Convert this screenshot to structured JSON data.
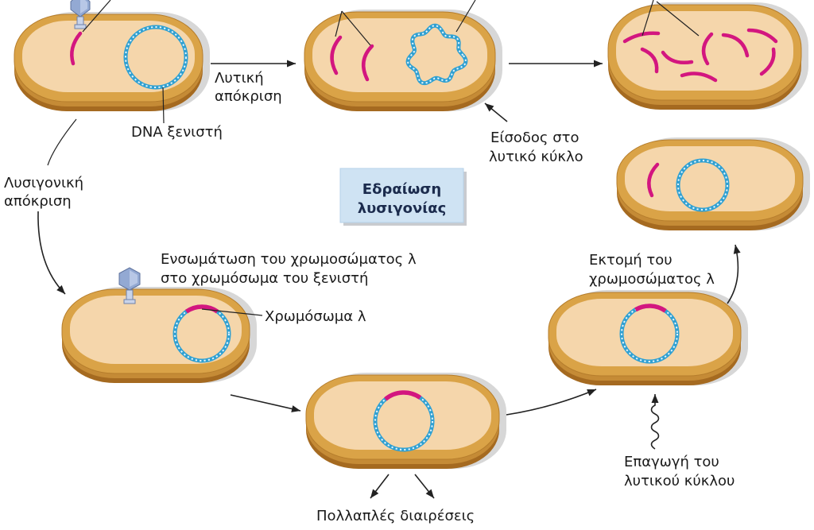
{
  "labels": {
    "lytic_response": [
      "Λυτική",
      "απόκριση"
    ],
    "host_dna": "DNA ξενιστή",
    "enter_lytic_cycle": [
      "Είσοδος στο",
      "λυτικό κύκλο"
    ],
    "lysogenic_response": [
      "Λυσιγονική",
      "απόκριση"
    ],
    "lysogeny_box": [
      "Εδραίωση",
      "λυσιγονίας"
    ],
    "integration": [
      "Ενσωμάτωση του χρωμοσώματος λ",
      "στο χρωμόσωμα του ξενιστή"
    ],
    "lambda_chromosome": "Χρωμόσωμα λ",
    "excision": [
      "Εκτομή του",
      "χρωμοσώματος λ"
    ],
    "induction": [
      "Επαγωγή του",
      "λυτικού κύκλου"
    ],
    "multiple_divisions": "Πολλαπλές διαιρέσεις"
  },
  "colors": {
    "cell_wall": "#daa347",
    "cell_wall_side": "#a56a20",
    "cytoplasm": "#f5d6ab",
    "shadow": "#d7d7d7",
    "host_dna": "#2fa0d2",
    "phage_dna": "#d3167f",
    "phage_head": "#93a9d3",
    "phage_tail": "#c9d4ea",
    "box_fill": "#cfe3f3",
    "box_text": "#1b2b4d",
    "label_text": "#1a1a1a",
    "arrow": "#222222"
  }
}
